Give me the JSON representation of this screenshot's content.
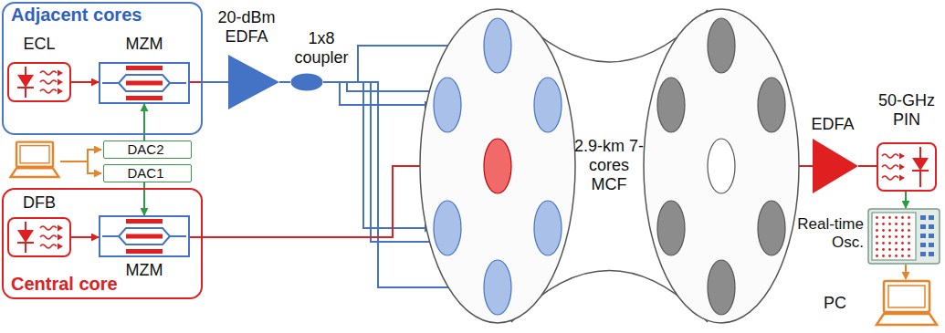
{
  "diagram": {
    "nodes": [
      {
        "text": [
          "Adjacent cores"
        ]
      },
      {
        "text": [
          "ECL"
        ],
        "in": 0
      },
      {
        "text": [
          "MZM"
        ],
        "in": 0
      },
      {
        "text": [
          "DAC2"
        ]
      },
      {
        "text": [
          "DAC1"
        ]
      },
      {
        "text": [
          "Central core"
        ]
      },
      {
        "text": [
          "DFB"
        ],
        "in": 5
      },
      {
        "text": [
          "MZM"
        ],
        "in": 5
      },
      {
        "text": [
          "20-dBm EDFA"
        ]
      },
      {
        "text": [
          "1x8 coupler"
        ]
      },
      {
        "text": [
          "2.9-km 7-cores MCF"
        ]
      },
      {
        "text": [
          "EDFA"
        ]
      },
      {
        "text": [
          "50-GHz PIN"
        ]
      },
      {
        "text": [
          "Real-time Osc."
        ]
      },
      {
        "text": [
          "PC"
        ]
      }
    ],
    "edges": [
      {
        "from": 1,
        "to": 2,
        "arrow": "to"
      },
      {
        "from": 0,
        "to": 8,
        "arrow": "none"
      },
      {
        "from": 3,
        "to": 2,
        "arrow": "to"
      },
      {
        "from": 4,
        "to": 7,
        "arrow": "to"
      },
      {
        "from": 6,
        "to": 7,
        "arrow": "to"
      },
      {
        "from": 5,
        "to": 10,
        "arrow": "none"
      },
      {
        "from": 8,
        "to": 9,
        "arrow": "none"
      },
      {
        "from": 9,
        "to": 10,
        "arrow": "to"
      },
      {
        "from": 10,
        "to": 11,
        "arrow": "none"
      },
      {
        "from": 11,
        "to": 12,
        "arrow": "none"
      },
      {
        "from": 12,
        "to": 13,
        "arrow": "to"
      },
      {
        "from": 13,
        "to": 14,
        "arrow": "to"
      }
    ]
  }
}
